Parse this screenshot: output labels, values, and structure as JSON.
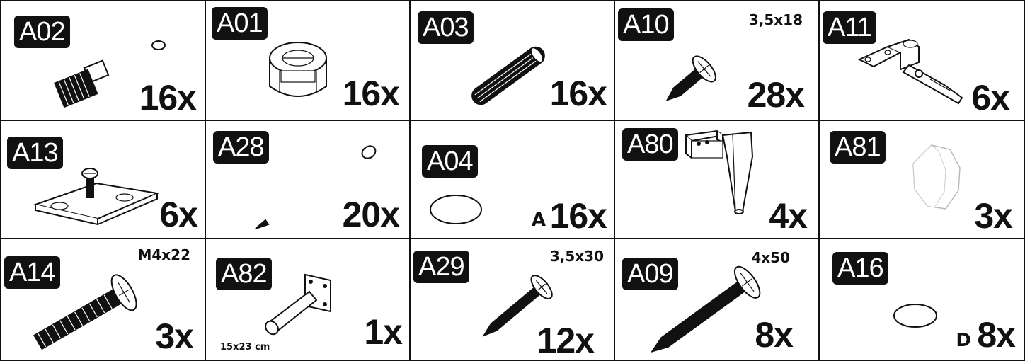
{
  "parts": [
    {
      "code": "A02",
      "quantity": "16x",
      "icon": "cam-bolt-icon"
    },
    {
      "code": "A01",
      "quantity": "16x",
      "icon": "cam-lock-icon"
    },
    {
      "code": "A03",
      "quantity": "16x",
      "icon": "wooden-dowel-icon"
    },
    {
      "code": "A10",
      "quantity": "28x",
      "size": "3,5x18",
      "icon": "short-screw-icon"
    },
    {
      "code": "A11",
      "quantity": "6x",
      "icon": "hinge-icon"
    },
    {
      "code": "A13",
      "quantity": "6x",
      "icon": "hinge-plate-icon"
    },
    {
      "code": "A28",
      "quantity": "20x",
      "icon": "nail-icon"
    },
    {
      "code": "A04",
      "quantity": "16x",
      "letter": "A",
      "icon": "cover-cap-icon"
    },
    {
      "code": "A80",
      "quantity": "4x",
      "icon": "furniture-leg-icon"
    },
    {
      "code": "A81",
      "quantity": "3x",
      "icon": "felt-pad-icon"
    },
    {
      "code": "A14",
      "quantity": "3x",
      "size": "M4x22",
      "icon": "machine-screw-icon"
    },
    {
      "code": "A82",
      "quantity": "1x",
      "note": "15x23 cm",
      "icon": "rail-holder-icon"
    },
    {
      "code": "A29",
      "quantity": "12x",
      "size": "3,5x30",
      "icon": "wood-screw-icon"
    },
    {
      "code": "A09",
      "quantity": "8x",
      "size": "4x50",
      "icon": "long-screw-icon"
    },
    {
      "code": "A16",
      "quantity": "8x",
      "letter": "D",
      "icon": "round-cap-icon"
    }
  ]
}
